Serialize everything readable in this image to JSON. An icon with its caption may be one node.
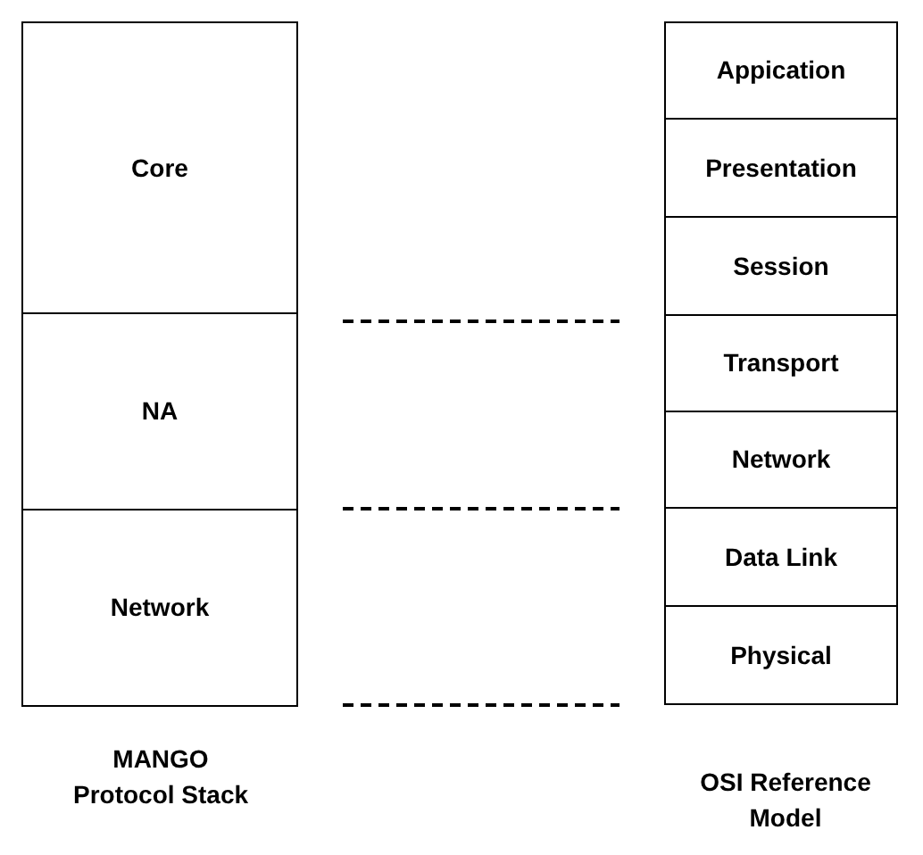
{
  "diagram": {
    "nodes": [
      {
        "text": [
          "Core"
        ]
      },
      {
        "text": [
          "NA"
        ]
      },
      {
        "text": [
          "Network"
        ]
      },
      {
        "text": [
          "Appication"
        ]
      },
      {
        "text": [
          "Presentation"
        ]
      },
      {
        "text": [
          "Session"
        ]
      },
      {
        "text": [
          "Transport"
        ]
      },
      {
        "text": [
          "Network"
        ]
      },
      {
        "text": [
          "Data Link"
        ]
      },
      {
        "text": [
          "Physical"
        ]
      }
    ],
    "labels": [
      "MANGO Protocol Stack",
      "OSI Reference Model"
    ]
  }
}
